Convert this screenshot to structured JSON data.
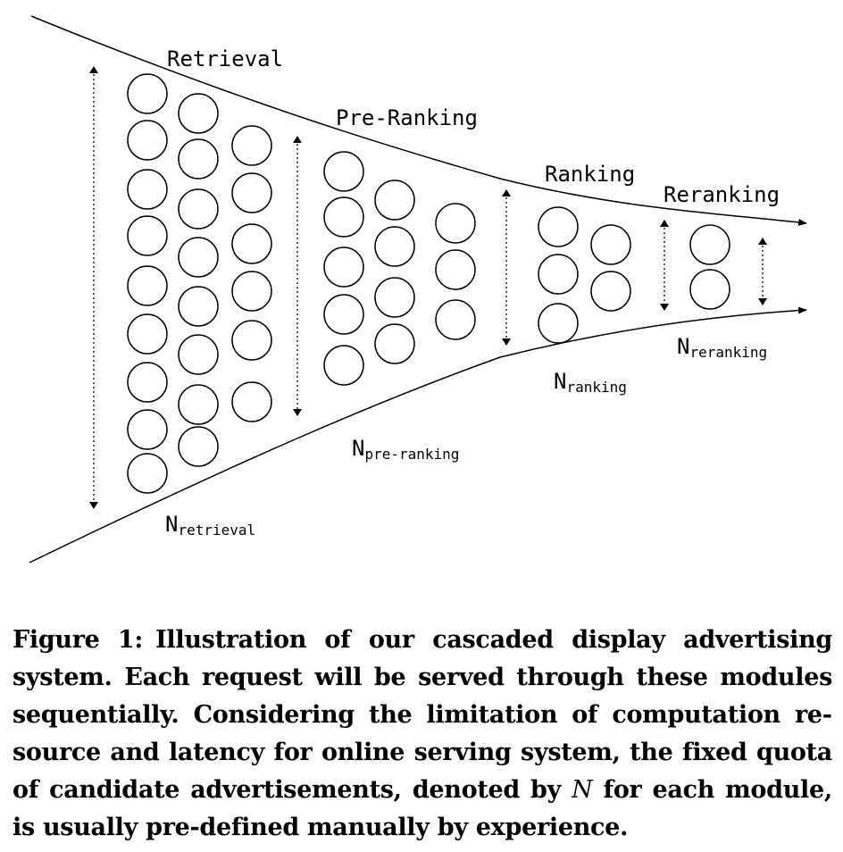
{
  "stages": [
    {
      "label": "Retrieval",
      "n_main": "N",
      "n_sub": "retrieval"
    },
    {
      "label": "Pre-Ranking",
      "n_main": "N",
      "n_sub": "pre-ranking"
    },
    {
      "label": "Ranking",
      "n_main": "N",
      "n_sub": "ranking"
    },
    {
      "label": "Reranking",
      "n_main": "N",
      "n_sub": "reranking"
    }
  ],
  "caption": {
    "label": "Figure 1:",
    "text_before_n": "Illustration of our cascaded display advertising system. Each request will be served through these modules sequentially. Considering the limitation of computation re­source and latency for online serving system, the fixed quota of candidate advertisements, denoted by ",
    "n_symbol": "N",
    "text_after_n": " for each module, is usually pre-defined manually by experience."
  }
}
